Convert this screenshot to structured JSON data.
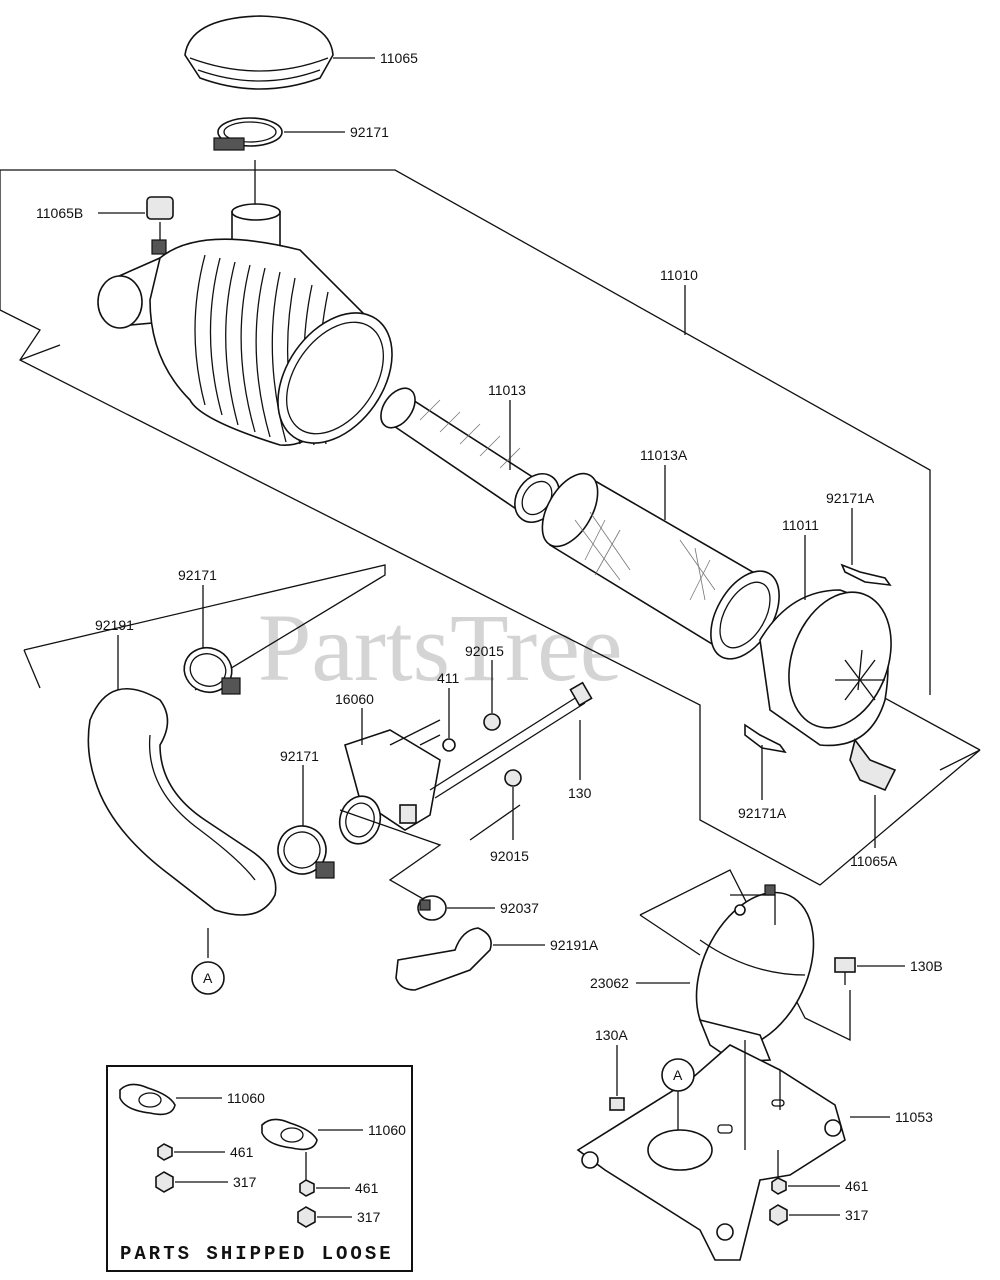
{
  "watermark": {
    "text": "PartsTree",
    "trademark": "TM"
  },
  "labels": {
    "l11065": "11065",
    "l92171_top": "92171",
    "l11065B": "11065B",
    "l11010": "11010",
    "l11013": "11013",
    "l11013A": "11013A",
    "l92171A_top": "92171A",
    "l11011": "11011",
    "l92171_left": "92171",
    "l92191": "92191",
    "l92015_top": "92015",
    "l411": "411",
    "l16060": "16060",
    "l92171_mid": "92171",
    "l130": "130",
    "l92015_bot": "92015",
    "l92171A_bot": "92171A",
    "l11065A": "11065A",
    "l92037": "92037",
    "l92191A": "92191A",
    "l130B": "130B",
    "l23062": "23062",
    "l130A": "130A",
    "l11053": "11053",
    "l461_right": "461",
    "l317_right": "317",
    "l11060_a": "11060",
    "l11060_b": "11060",
    "l461_a": "461",
    "l461_b": "461",
    "l317_a": "317",
    "l317_b": "317"
  },
  "refs": {
    "circle_a_left": "A",
    "circle_a_right": "A"
  },
  "loose_box": {
    "title": "PARTS SHIPPED LOOSE"
  }
}
